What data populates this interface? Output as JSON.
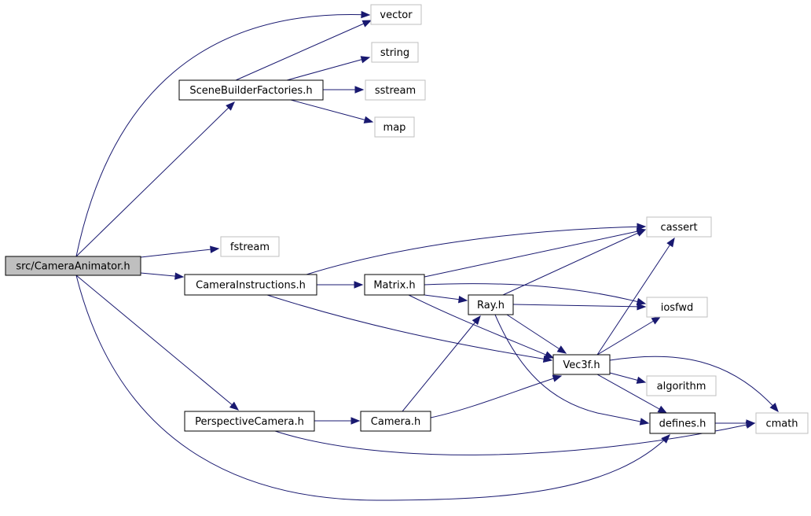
{
  "graph": {
    "nodes": [
      {
        "id": "camera_animator",
        "label": "src/CameraAnimator.h",
        "kind": "root"
      },
      {
        "id": "scene_builder",
        "label": "SceneBuilderFactories.h",
        "kind": "project"
      },
      {
        "id": "camera_instructions",
        "label": "CameraInstructions.h",
        "kind": "project"
      },
      {
        "id": "perspective_camera",
        "label": "PerspectiveCamera.h",
        "kind": "project"
      },
      {
        "id": "matrix",
        "label": "Matrix.h",
        "kind": "project"
      },
      {
        "id": "ray",
        "label": "Ray.h",
        "kind": "project"
      },
      {
        "id": "camera",
        "label": "Camera.h",
        "kind": "project"
      },
      {
        "id": "vec3f",
        "label": "Vec3f.h",
        "kind": "project"
      },
      {
        "id": "defines",
        "label": "defines.h",
        "kind": "project"
      },
      {
        "id": "vector",
        "label": "vector",
        "kind": "system"
      },
      {
        "id": "string",
        "label": "string",
        "kind": "system"
      },
      {
        "id": "sstream",
        "label": "sstream",
        "kind": "system"
      },
      {
        "id": "map",
        "label": "map",
        "kind": "system"
      },
      {
        "id": "fstream",
        "label": "fstream",
        "kind": "system"
      },
      {
        "id": "cassert",
        "label": "cassert",
        "kind": "system"
      },
      {
        "id": "iosfwd",
        "label": "iosfwd",
        "kind": "system"
      },
      {
        "id": "algorithm",
        "label": "algorithm",
        "kind": "system"
      },
      {
        "id": "cmath",
        "label": "cmath",
        "kind": "system"
      }
    ],
    "edges": [
      {
        "from": "camera_animator",
        "to": "vector"
      },
      {
        "from": "camera_animator",
        "to": "scene_builder"
      },
      {
        "from": "camera_animator",
        "to": "fstream"
      },
      {
        "from": "camera_animator",
        "to": "camera_instructions"
      },
      {
        "from": "camera_animator",
        "to": "perspective_camera"
      },
      {
        "from": "camera_animator",
        "to": "defines"
      },
      {
        "from": "scene_builder",
        "to": "vector"
      },
      {
        "from": "scene_builder",
        "to": "string"
      },
      {
        "from": "scene_builder",
        "to": "sstream"
      },
      {
        "from": "scene_builder",
        "to": "map"
      },
      {
        "from": "camera_instructions",
        "to": "cassert"
      },
      {
        "from": "camera_instructions",
        "to": "matrix"
      },
      {
        "from": "camera_instructions",
        "to": "vec3f"
      },
      {
        "from": "matrix",
        "to": "cassert"
      },
      {
        "from": "matrix",
        "to": "iosfwd"
      },
      {
        "from": "matrix",
        "to": "ray"
      },
      {
        "from": "matrix",
        "to": "vec3f"
      },
      {
        "from": "ray",
        "to": "cassert"
      },
      {
        "from": "ray",
        "to": "iosfwd"
      },
      {
        "from": "ray",
        "to": "vec3f"
      },
      {
        "from": "ray",
        "to": "defines"
      },
      {
        "from": "perspective_camera",
        "to": "camera"
      },
      {
        "from": "perspective_camera",
        "to": "cmath"
      },
      {
        "from": "camera",
        "to": "ray"
      },
      {
        "from": "camera",
        "to": "vec3f"
      },
      {
        "from": "vec3f",
        "to": "cassert"
      },
      {
        "from": "vec3f",
        "to": "iosfwd"
      },
      {
        "from": "vec3f",
        "to": "algorithm"
      },
      {
        "from": "vec3f",
        "to": "defines"
      },
      {
        "from": "vec3f",
        "to": "cmath"
      },
      {
        "from": "defines",
        "to": "cmath"
      }
    ]
  }
}
